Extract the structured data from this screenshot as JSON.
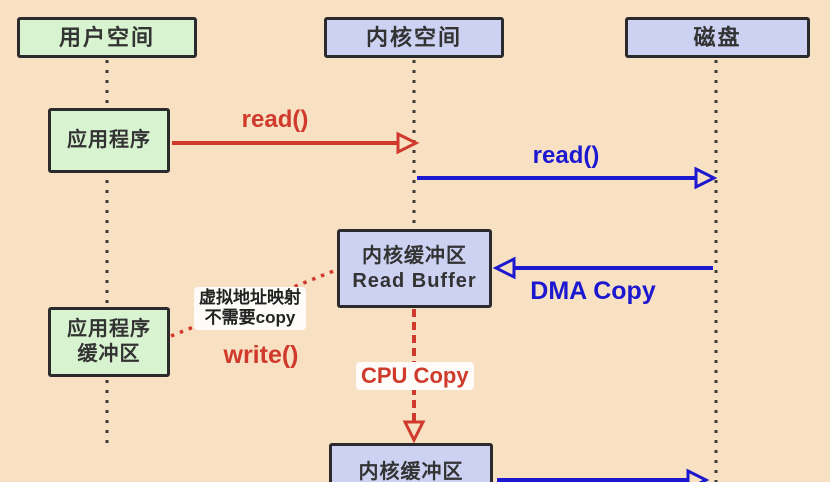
{
  "colors": {
    "background": "#f8e0c3",
    "green_fill": "#d8f3d0",
    "purple_fill": "#cdd2f3",
    "box_border": "#2b2b2e",
    "red_accent": "#cf3a2c",
    "blue_accent": "#1b18cf",
    "text": "#333333"
  },
  "lanes": [
    {
      "label": "用户空间"
    },
    {
      "label": "内核空间"
    },
    {
      "label": "磁盘"
    }
  ],
  "nodes": {
    "app": {
      "label": "应用程序"
    },
    "read_buffer": {
      "line1": "内核缓冲区",
      "line2": "Read Buffer"
    },
    "app_buffer": {
      "line1": "应用程序",
      "line2": "缓冲区"
    },
    "kernel_buffer2": {
      "label": "内核缓冲区"
    }
  },
  "labels": {
    "read_user": "read()",
    "read_kernel": "read()",
    "dma_copy": "DMA Copy",
    "mmap_line1": "虚拟地址映射",
    "mmap_line2": "不需要copy",
    "write_call": "write()",
    "cpu_copy": "CPU Copy"
  }
}
